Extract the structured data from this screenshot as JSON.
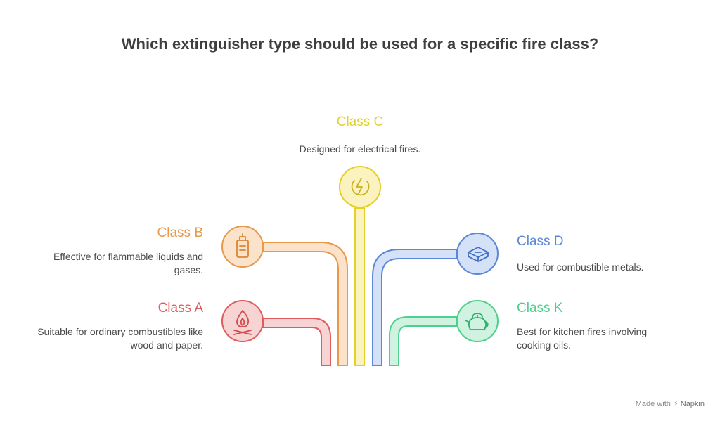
{
  "title": "Which extinguisher type should be used for a specific fire class?",
  "classes": {
    "c": {
      "label": "Class C",
      "description": "Designed for electrical fires.",
      "color": "#e5cf29",
      "icon": "electric-bolt-icon"
    },
    "b": {
      "label": "Class B",
      "description": "Effective for flammable liquids and gases.",
      "color": "#e8994a",
      "icon": "gas-canister-icon"
    },
    "a": {
      "label": "Class A",
      "description": "Suitable for ordinary combustibles like wood and paper.",
      "color": "#e05b5b",
      "icon": "campfire-icon"
    },
    "d": {
      "label": "Class D",
      "description": "Used for combustible metals.",
      "color": "#5b87d9",
      "icon": "metal-ingot-icon"
    },
    "k": {
      "label": "Class K",
      "description": "Best for kitchen fires involving cooking oils.",
      "color": "#4fcf8e",
      "icon": "kettle-icon"
    }
  },
  "footer": {
    "made_with": "Made with",
    "brand": "Napkin"
  }
}
